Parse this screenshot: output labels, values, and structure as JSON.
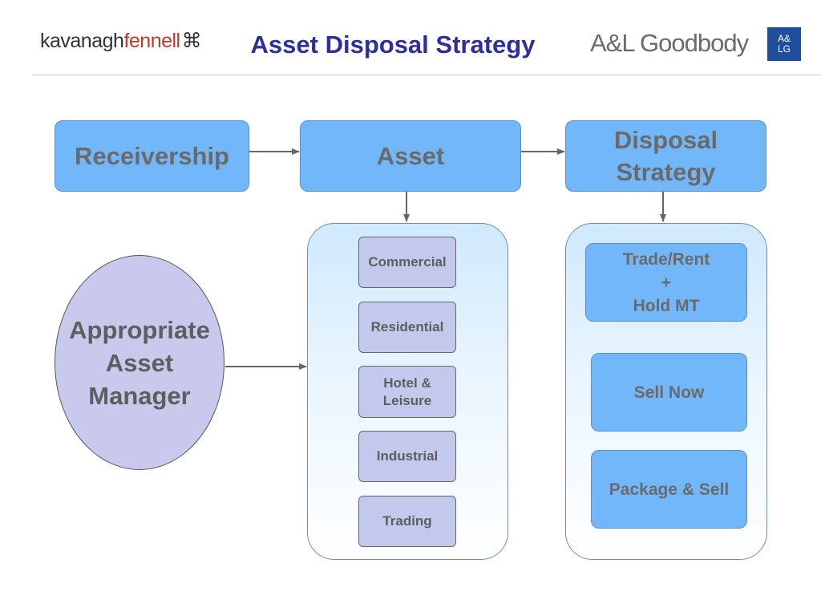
{
  "header": {
    "logo_left": {
      "part1": "kavanagh",
      "part2": "fennell",
      "symbol": "⌘"
    },
    "title": "Asset Disposal Strategy",
    "logo_right": {
      "text": "A&L Goodbody",
      "badge": "A&\nLG"
    }
  },
  "flow": {
    "receivership": "Receivership",
    "asset": "Asset",
    "disposal_strategy": "Disposal\nStrategy"
  },
  "manager": "Appropriate\nAsset\nManager",
  "asset_types": [
    "Commercial",
    "Residential",
    "Hotel &\nLeisure",
    "Industrial",
    "Trading"
  ],
  "strategies": [
    "Trade/Rent\n+\nHold MT",
    "Sell Now",
    "Package & Sell"
  ],
  "colors": {
    "title": "#2e2e9e",
    "box_fill": "#73b7fb",
    "item_fill": "#c3c9ec",
    "ellipse_fill": "#c9c9ed",
    "text_gray": "#6a6a6a",
    "arrow": "#666666"
  }
}
